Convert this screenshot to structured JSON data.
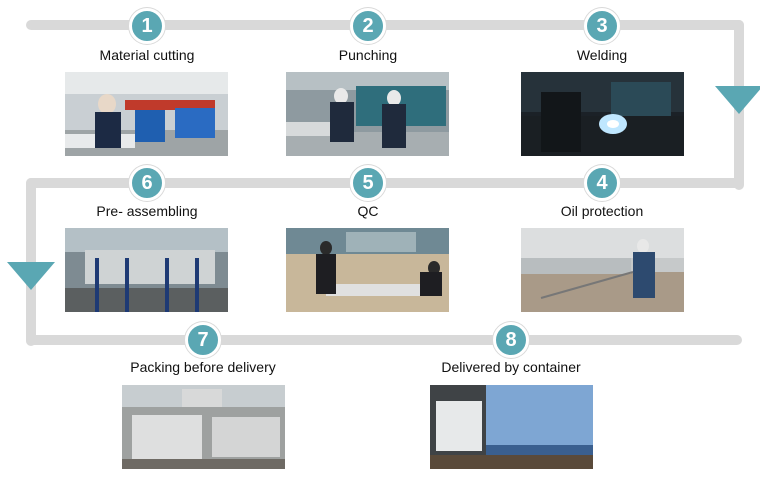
{
  "steps": [
    {
      "num": "1",
      "label": "Material cutting",
      "icon": "material-cutting-photo"
    },
    {
      "num": "2",
      "label": "Punching",
      "icon": "punching-photo"
    },
    {
      "num": "3",
      "label": "Welding",
      "icon": "welding-photo"
    },
    {
      "num": "4",
      "label": "Oil protection",
      "icon": "oil-protection-photo"
    },
    {
      "num": "5",
      "label": "QC",
      "icon": "qc-photo"
    },
    {
      "num": "6",
      "label": "Pre- assembling",
      "icon": "pre-assembling-photo"
    },
    {
      "num": "7",
      "label": "Packing before delivery",
      "icon": "packing-photo"
    },
    {
      "num": "8",
      "label": "Delivered by container",
      "icon": "container-photo"
    }
  ],
  "colors": {
    "accent": "#5aa7b3",
    "track": "#d9d9d9"
  }
}
